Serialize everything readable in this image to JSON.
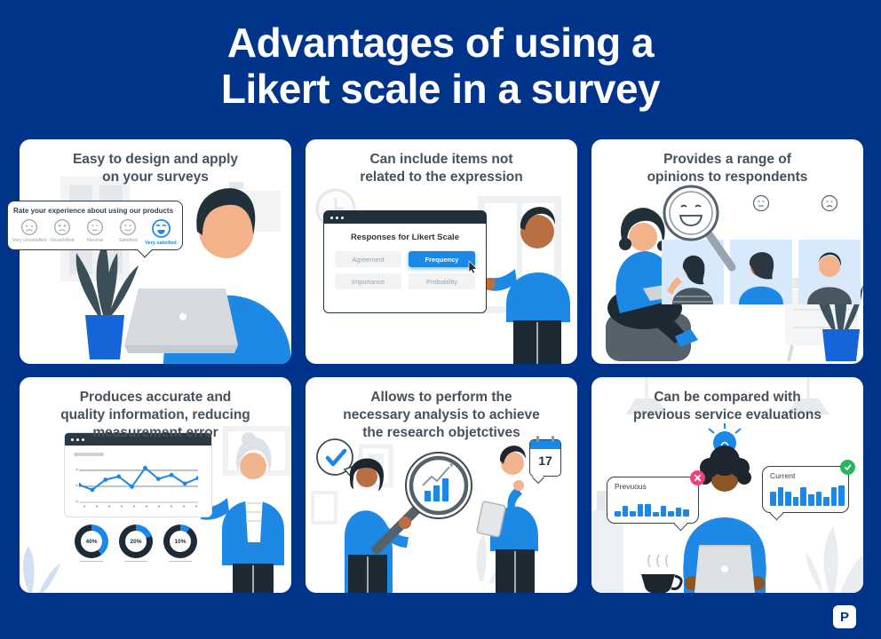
{
  "page": {
    "title_line1": "Advantages of using a",
    "title_line2": "Likert scale in a survey"
  },
  "colors": {
    "background": "#00338a",
    "accent": "#1b87e6",
    "dark": "#1d2b36",
    "heading_text": "#46515b",
    "muted": "#9aa5ae",
    "error_badge": "#f0437c",
    "success_badge": "#27b55f",
    "portrait_bg": "#d8e9fb"
  },
  "panels": {
    "panel1": {
      "heading": "Easy to design and apply\non your surveys",
      "popup_title": "Rate your experience about using our products",
      "ratings": [
        "Very unsatisfied",
        "Unsatisfied",
        "Neutral",
        "Satisfied",
        "Very satisfied"
      ],
      "selected_rating": "Very satisfied"
    },
    "panel2": {
      "heading": "Can include items not\nrelated to the expression",
      "window_title": "Responses for Likert Scale",
      "options": [
        "Agreement",
        "Frequency",
        "Importance",
        "Probability"
      ],
      "selected_option": "Frequency"
    },
    "panel3": {
      "heading": "Provides a range of\nopinions to respondents"
    },
    "panel4": {
      "heading": "Produces accurate and\nquality information, reducing\nmeasurement error"
    },
    "panel5": {
      "heading": "Allows to perform the\nnecessary analysis to achieve\nthe research objetctives",
      "calendar_day": "17"
    },
    "panel6": {
      "heading": "Can be compared with\nprevious service evaluations"
    }
  },
  "chart_data": [
    {
      "id": "panel4_line",
      "type": "line",
      "x": [
        1,
        2,
        3,
        4,
        5,
        6,
        7,
        8,
        9,
        10
      ],
      "values": [
        45,
        32,
        58,
        66,
        40,
        88,
        60,
        70,
        48,
        62
      ],
      "ylim": [
        0,
        100
      ],
      "grid": true
    },
    {
      "id": "panel4_donuts",
      "type": "pie",
      "labels": [
        "40%",
        "20%",
        "10%"
      ],
      "values": [
        40,
        20,
        10
      ]
    },
    {
      "id": "panel6_previous",
      "type": "bar",
      "label": "Prevuous",
      "values": [
        25,
        45,
        25,
        55,
        55,
        20,
        45,
        25,
        40,
        30
      ],
      "max": 100
    },
    {
      "id": "panel6_current",
      "type": "bar",
      "label": "Current",
      "values": [
        60,
        80,
        60,
        40,
        80,
        50,
        60,
        40,
        80,
        90
      ],
      "max": 100
    }
  ],
  "footer": {
    "logo_letter": "P"
  }
}
